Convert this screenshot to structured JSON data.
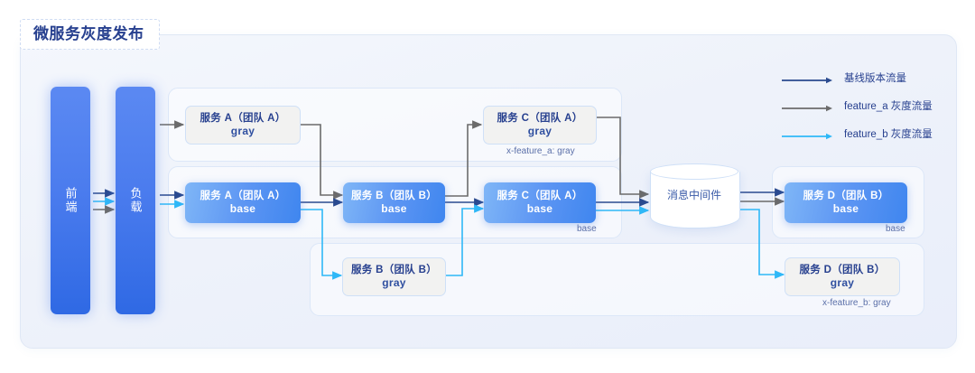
{
  "title": "微服务灰度发布",
  "colors": {
    "base_flow": "#2a4a8f",
    "feature_a_flow": "#6b6b6b",
    "feature_b_flow": "#2fb8f7",
    "node_base_blue": "#5c95f3",
    "node_gray": "#f2f2f1",
    "panel_bg": "#eef2fa",
    "title_text": "#27408f"
  },
  "entry_bars": [
    {
      "label": "前端",
      "name": "frontend"
    },
    {
      "label": "负载",
      "name": "load-balancer"
    }
  ],
  "nodes": [
    {
      "id": "svc-a-gray",
      "line1": "服务 A（团队 A）",
      "line2": "gray",
      "variant": "gray",
      "group": "feature_a"
    },
    {
      "id": "svc-c-gray",
      "line1": "服务 C（团队 A）",
      "line2": "gray",
      "variant": "gray",
      "group": "feature_a",
      "sublabel": "x-feature_a: gray"
    },
    {
      "id": "svc-a-base",
      "line1": "服务 A（团队 A）",
      "line2": "base",
      "variant": "base",
      "group": "baseline"
    },
    {
      "id": "svc-b-base",
      "line1": "服务 B（团队 B）",
      "line2": "base",
      "variant": "base",
      "group": "baseline"
    },
    {
      "id": "svc-c-base",
      "line1": "服务 C（团队 A）",
      "line2": "base",
      "variant": "base",
      "group": "baseline",
      "sublabel": "base"
    },
    {
      "id": "svc-d-base",
      "line1": "服务 D（团队 B）",
      "line2": "base",
      "variant": "base",
      "group": "baseline",
      "sublabel": "base"
    },
    {
      "id": "svc-b-gray",
      "line1": "服务 B（团队 B）",
      "line2": "gray",
      "variant": "gray",
      "group": "feature_b"
    },
    {
      "id": "svc-d-gray",
      "line1": "服务 D（团队 B）",
      "line2": "gray",
      "variant": "gray",
      "group": "feature_b",
      "sublabel": "x-feature_b: gray"
    }
  ],
  "message_queue": {
    "label": "消息中间件",
    "name": "message-queue"
  },
  "legend": [
    {
      "label": "基线版本流量",
      "color": "#2a4a8f",
      "flow": "base"
    },
    {
      "label": "feature_a 灰度流量",
      "color": "#6b6b6b",
      "flow": "feature_a"
    },
    {
      "label": "feature_b 灰度流量",
      "color": "#2fb8f7",
      "flow": "feature_b"
    }
  ],
  "flows": {
    "base": "前端 → 负载 → 服务 A base → 服务 B base → 服务 C base → 消息中间件 → 服务 D base",
    "feature_a": "前端 → 负载 → 服务 A gray → 服务 B base → 服务 C gray → 消息中间件 → 服务 D base",
    "feature_b": "前端 → 负载 → 服务 A base → 服务 B gray → 服务 C base → 消息中间件 → 服务 D gray"
  }
}
